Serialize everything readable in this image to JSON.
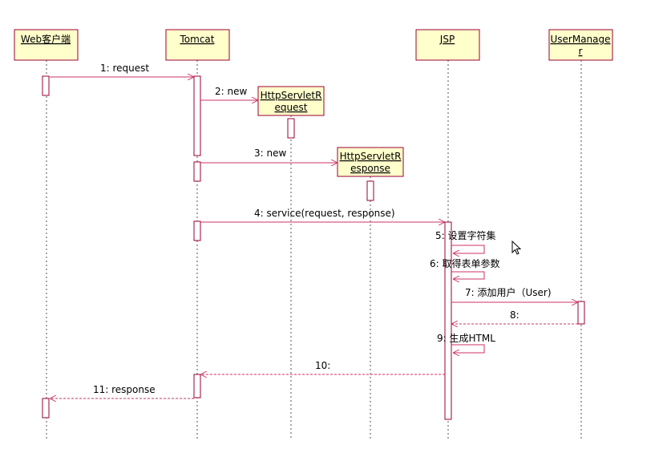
{
  "objects": {
    "web_client": {
      "lines": [
        "Web客户端"
      ]
    },
    "tomcat": {
      "lines": [
        "Tomcat"
      ]
    },
    "jsp": {
      "lines": [
        "JSP"
      ]
    },
    "user_manager": {
      "lines": [
        "UserManage",
        "r"
      ]
    },
    "http_request": {
      "lines": [
        "HttpServletR",
        "equest"
      ]
    },
    "http_response": {
      "lines": [
        "HttpServletR",
        "esponse"
      ]
    }
  },
  "messages": {
    "m1": "1: request",
    "m2": "2: new",
    "m3": "3: new",
    "m4": "4: service(request, response)",
    "m5": "5: 设置字符集",
    "m6": "6: 取得表单参数",
    "m7": "7: 添加用户（User)",
    "m8": "8:",
    "m9": "9: 生成HTML",
    "m10": "10:",
    "m11": "11: response"
  },
  "colors": {
    "object_fill": "#ffffcc",
    "object_border": "#990033",
    "message_line": "#cc3366",
    "lifeline": "#555555"
  },
  "icons": {
    "cursor": "mouse-pointer-icon"
  }
}
